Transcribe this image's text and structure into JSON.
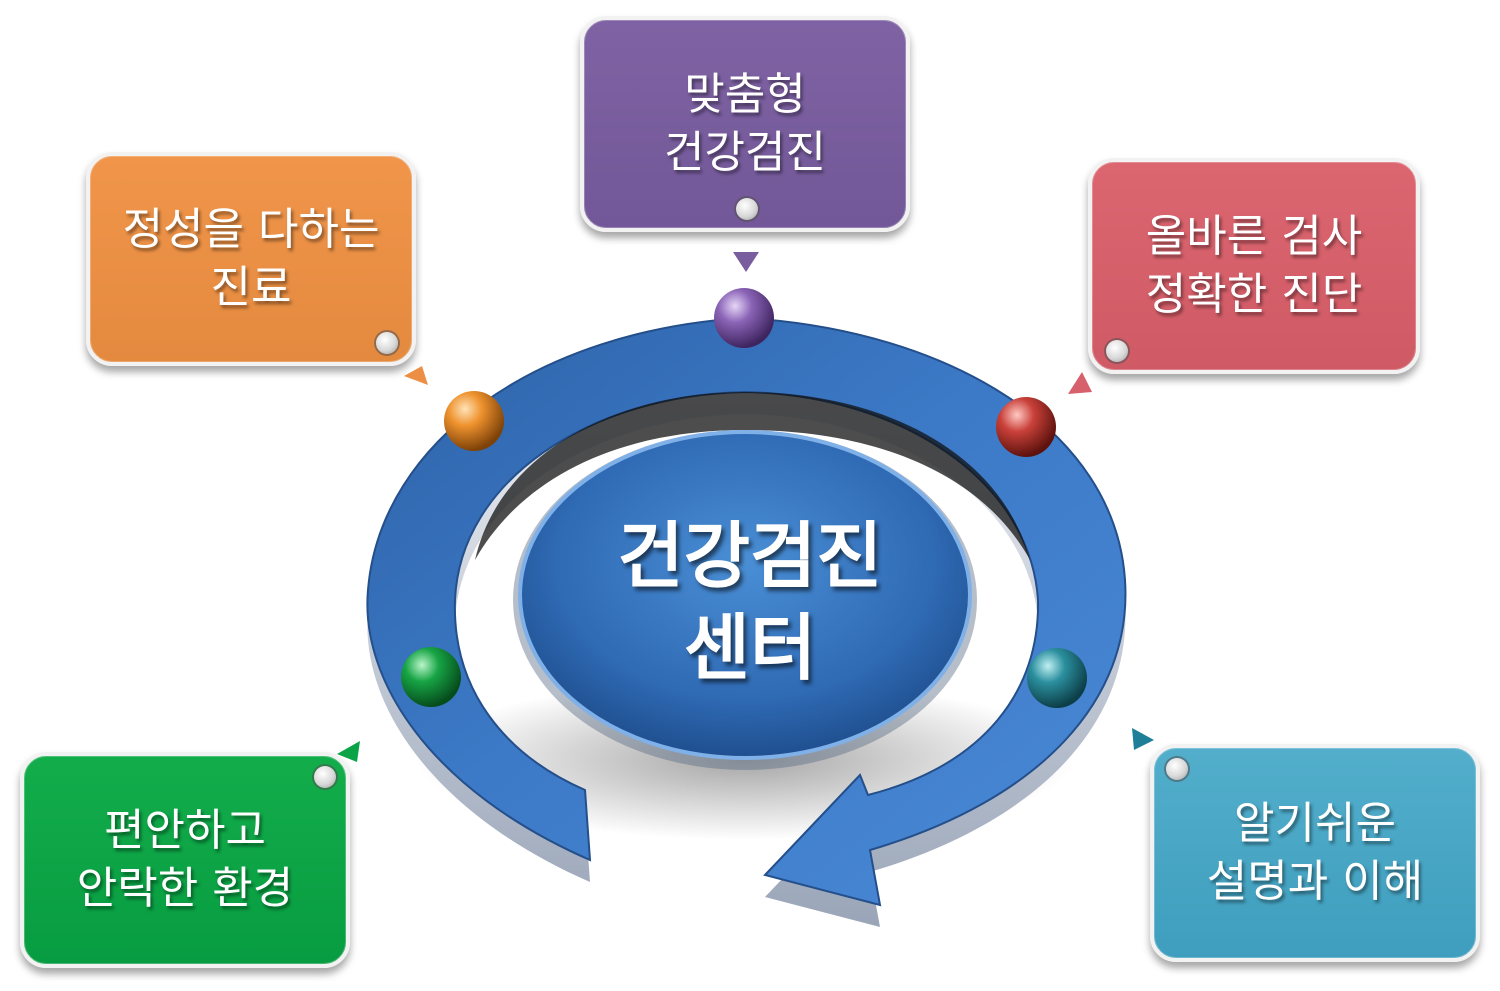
{
  "center": {
    "line1": "건강검진",
    "line2": "센터"
  },
  "items": [
    {
      "id": "top",
      "line1": "맞춤형",
      "line2": "건강검진",
      "color": "#7a5d9e"
    },
    {
      "id": "left",
      "line1": "정성을 다하는",
      "line2": "진료",
      "color": "#ec8f45"
    },
    {
      "id": "right",
      "line1": "올바른 검사",
      "line2": "정확한 진단",
      "color": "#d6606b"
    },
    {
      "id": "bottom-left",
      "line1": "편안하고",
      "line2": "안락한 환경",
      "color": "#0aa346"
    },
    {
      "id": "bottom-right",
      "line1": "알기쉬운",
      "line2": "설명과 이해",
      "color": "#47a5c4"
    }
  ],
  "ring_color": "#3b76c4"
}
